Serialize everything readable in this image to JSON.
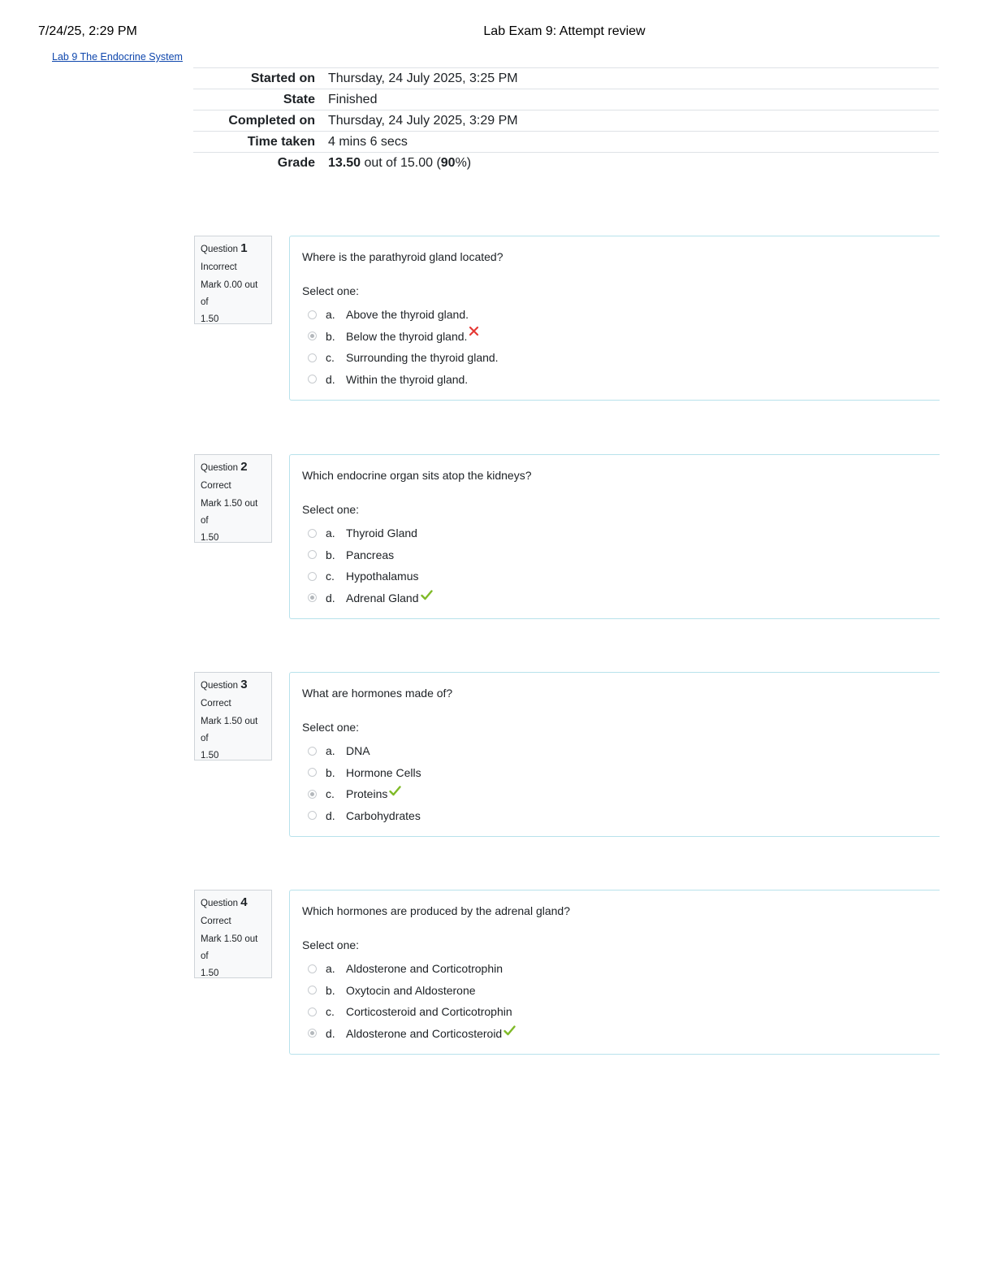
{
  "header": {
    "print_date": "7/24/25, 2:29 PM",
    "page_title": "Lab Exam 9: Attempt review"
  },
  "breadcrumb": {
    "course": "Lab 9 The Endocrine System"
  },
  "summary": {
    "started_label": "Started on",
    "started_value": "Thursday, 24 July 2025, 3:25 PM",
    "state_label": "State",
    "state_value": "Finished",
    "completed_label": "Completed on",
    "completed_value": "Thursday, 24 July 2025, 3:29 PM",
    "time_label": "Time taken",
    "time_value": "4 mins 6 secs",
    "grade_label": "Grade",
    "grade_score": "13.50",
    "grade_mid": " out of 15.00 (",
    "grade_percent": "90",
    "grade_end": "%)"
  },
  "colors": {
    "correct": "#7fba27",
    "incorrect": "#e53935",
    "content_border": "#b8e2eb"
  },
  "questions": [
    {
      "label": "Question",
      "number": "1",
      "state": "Incorrect",
      "mark_line1": "Mark 0.00 out of",
      "mark_line2": "1.50",
      "text": "Where is the parathyroid gland located?",
      "prompt": "Select one:",
      "answers": [
        {
          "letter": "a.",
          "text": "Above the thyroid gland."
        },
        {
          "letter": "b.",
          "text": "Below the thyroid gland."
        },
        {
          "letter": "c.",
          "text": "Surrounding the thyroid gland."
        },
        {
          "letter": "d.",
          "text": "Within the thyroid gland."
        }
      ],
      "selected_index": 1,
      "selected_icon": "cross-icon"
    },
    {
      "label": "Question",
      "number": "2",
      "state": "Correct",
      "mark_line1": "Mark 1.50 out of",
      "mark_line2": "1.50",
      "text": "Which endocrine organ sits atop the kidneys?",
      "prompt": "Select one:",
      "answers": [
        {
          "letter": "a.",
          "text": "Thyroid Gland"
        },
        {
          "letter": "b.",
          "text": "Pancreas"
        },
        {
          "letter": "c.",
          "text": "Hypothalamus"
        },
        {
          "letter": "d.",
          "text": "Adrenal Gland"
        }
      ],
      "selected_index": 3,
      "selected_icon": "check-icon"
    },
    {
      "label": "Question",
      "number": "3",
      "state": "Correct",
      "mark_line1": "Mark 1.50 out of",
      "mark_line2": "1.50",
      "text": "What are hormones made of?",
      "prompt": "Select one:",
      "answers": [
        {
          "letter": "a.",
          "text": "DNA"
        },
        {
          "letter": "b.",
          "text": "Hormone Cells"
        },
        {
          "letter": "c.",
          "text": "Proteins"
        },
        {
          "letter": "d.",
          "text": "Carbohydrates"
        }
      ],
      "selected_index": 2,
      "selected_icon": "check-icon"
    },
    {
      "label": "Question",
      "number": "4",
      "state": "Correct",
      "mark_line1": "Mark 1.50 out of",
      "mark_line2": "1.50",
      "text": "Which hormones are produced by the adrenal gland?",
      "prompt": "Select one:",
      "answers": [
        {
          "letter": "a.",
          "text": "Aldosterone and Corticotrophin"
        },
        {
          "letter": "b.",
          "text": "Oxytocin and Aldosterone"
        },
        {
          "letter": "c.",
          "text": "Corticosteroid and Corticotrophin"
        },
        {
          "letter": "d.",
          "text": "Aldosterone and Corticosteroid"
        }
      ],
      "selected_index": 3,
      "selected_icon": "check-icon"
    }
  ]
}
